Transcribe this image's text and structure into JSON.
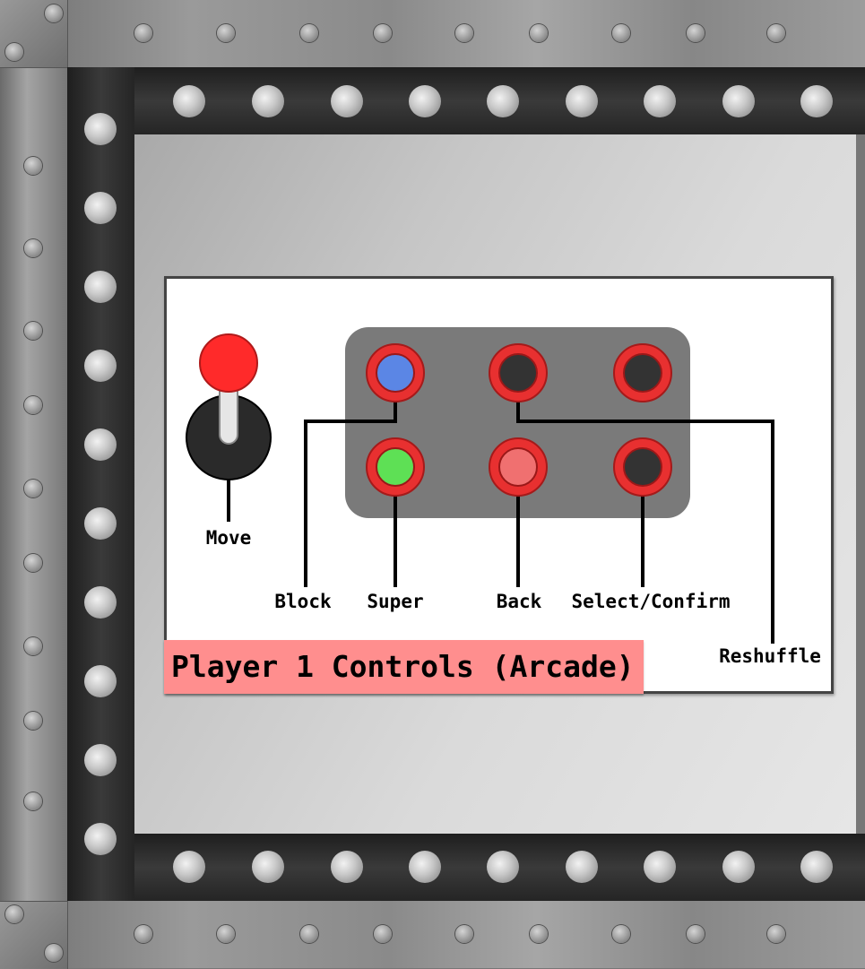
{
  "panel": {
    "title": "Player 1 Controls (Arcade)"
  },
  "controls": {
    "joystick_label": "Move",
    "block_label": "Block",
    "super_label": "Super",
    "back_label": "Back",
    "select_label": "Select/Confirm",
    "reshuffle_label": "Reshuffle"
  },
  "buttons": [
    {
      "id": "top-left",
      "color": "#5b86e5",
      "action": "Block"
    },
    {
      "id": "top-middle",
      "color": "#333333",
      "action": "Reshuffle"
    },
    {
      "id": "top-right",
      "color": "#333333",
      "action": ""
    },
    {
      "id": "bottom-left",
      "color": "#5ee055",
      "action": "Super"
    },
    {
      "id": "bottom-middle",
      "color": "#f07070",
      "action": "Back"
    },
    {
      "id": "bottom-right",
      "color": "#333333",
      "action": "Select/Confirm"
    }
  ],
  "colors": {
    "title_bg": "#ff8e8e",
    "button_ring": "#e83030",
    "joystick_ball": "#ff2a2a"
  }
}
